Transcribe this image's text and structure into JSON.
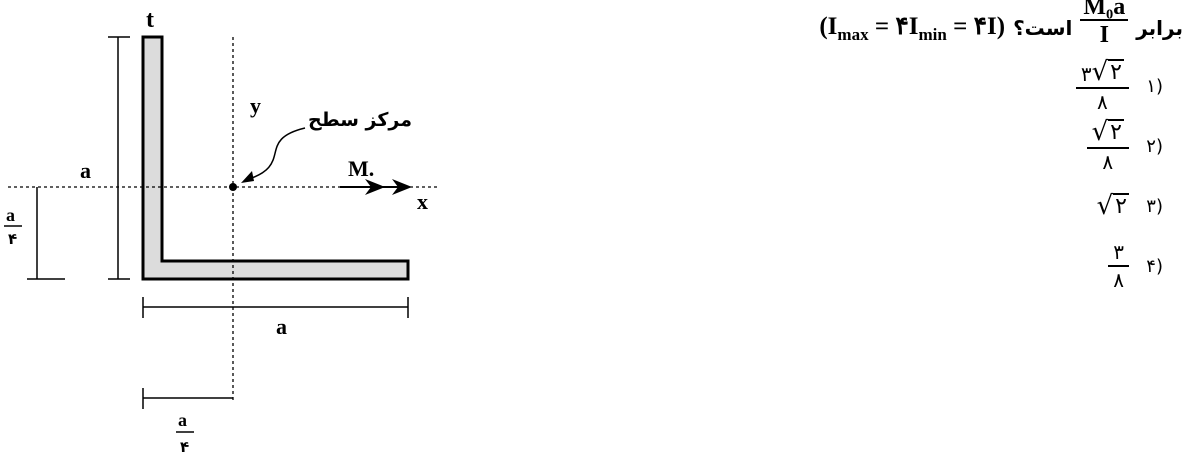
{
  "figure": {
    "label_t": "t",
    "label_y": "y",
    "label_x": "x",
    "label_moment": "M.",
    "label_centroid": "مرکز سطح",
    "label_height": "a",
    "label_width": "a",
    "dim_offset": {
      "num": "a",
      "den": "۴"
    },
    "dim_x_offset": {
      "num": "a",
      "den": "۴"
    }
  },
  "question": {
    "prefix": "برابر",
    "stress_expr": {
      "num": "M₀a",
      "den": "I"
    },
    "suffix": "است؟",
    "condition": {
      "open": "(",
      "imax": "I",
      "imax_sub": "max",
      "eq1": " = ۴",
      "imin": "I",
      "imin_sub": "min",
      "eq2": " = ۴I)"
    },
    "options": [
      {
        "label": "(۱",
        "num_coef": "۳",
        "num_radicand": "۲",
        "den": "۸"
      },
      {
        "label": "(۲",
        "num_radicand": "۲",
        "den": "۸"
      },
      {
        "label": "(۳",
        "radicand": "۲"
      },
      {
        "label": "(۴",
        "num": "۳",
        "den": "۸"
      }
    ]
  }
}
